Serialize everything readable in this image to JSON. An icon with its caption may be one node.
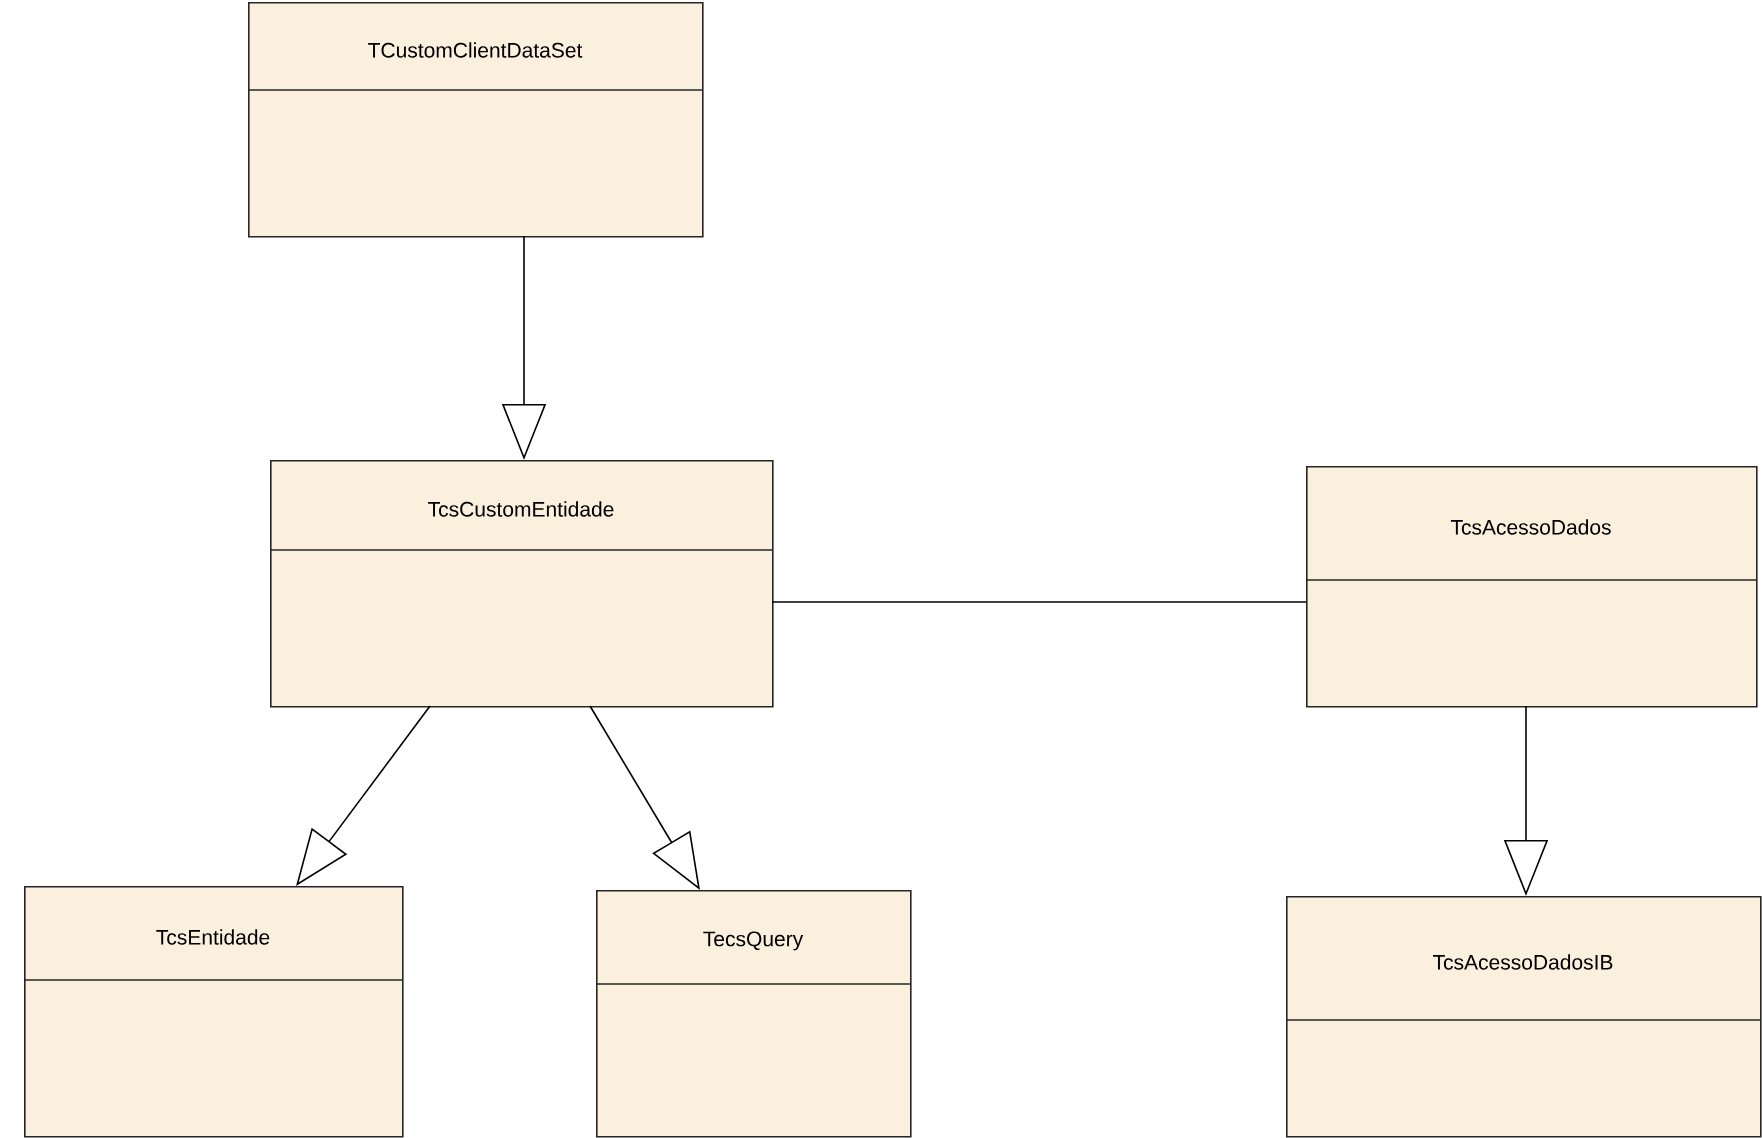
{
  "diagram": {
    "nodes": [
      {
        "text": [
          "TCustomClientDataSet"
        ]
      },
      {
        "text": [
          "TcsCustomEntidade"
        ]
      },
      {
        "text": [
          "TcsAcessoDados"
        ]
      },
      {
        "text": [
          "TcsEntidade"
        ]
      },
      {
        "text": [
          "TecsQuery"
        ]
      },
      {
        "text": [
          "TcsAcessoDadosIB"
        ]
      }
    ],
    "edges": [
      {
        "from": 0,
        "to": 1,
        "arrow": "to"
      },
      {
        "from": 1,
        "to": 2,
        "arrow": "none"
      },
      {
        "from": 1,
        "to": 3,
        "arrow": "to"
      },
      {
        "from": 1,
        "to": 4,
        "arrow": "to"
      },
      {
        "from": 2,
        "to": 5,
        "arrow": "to"
      }
    ]
  }
}
